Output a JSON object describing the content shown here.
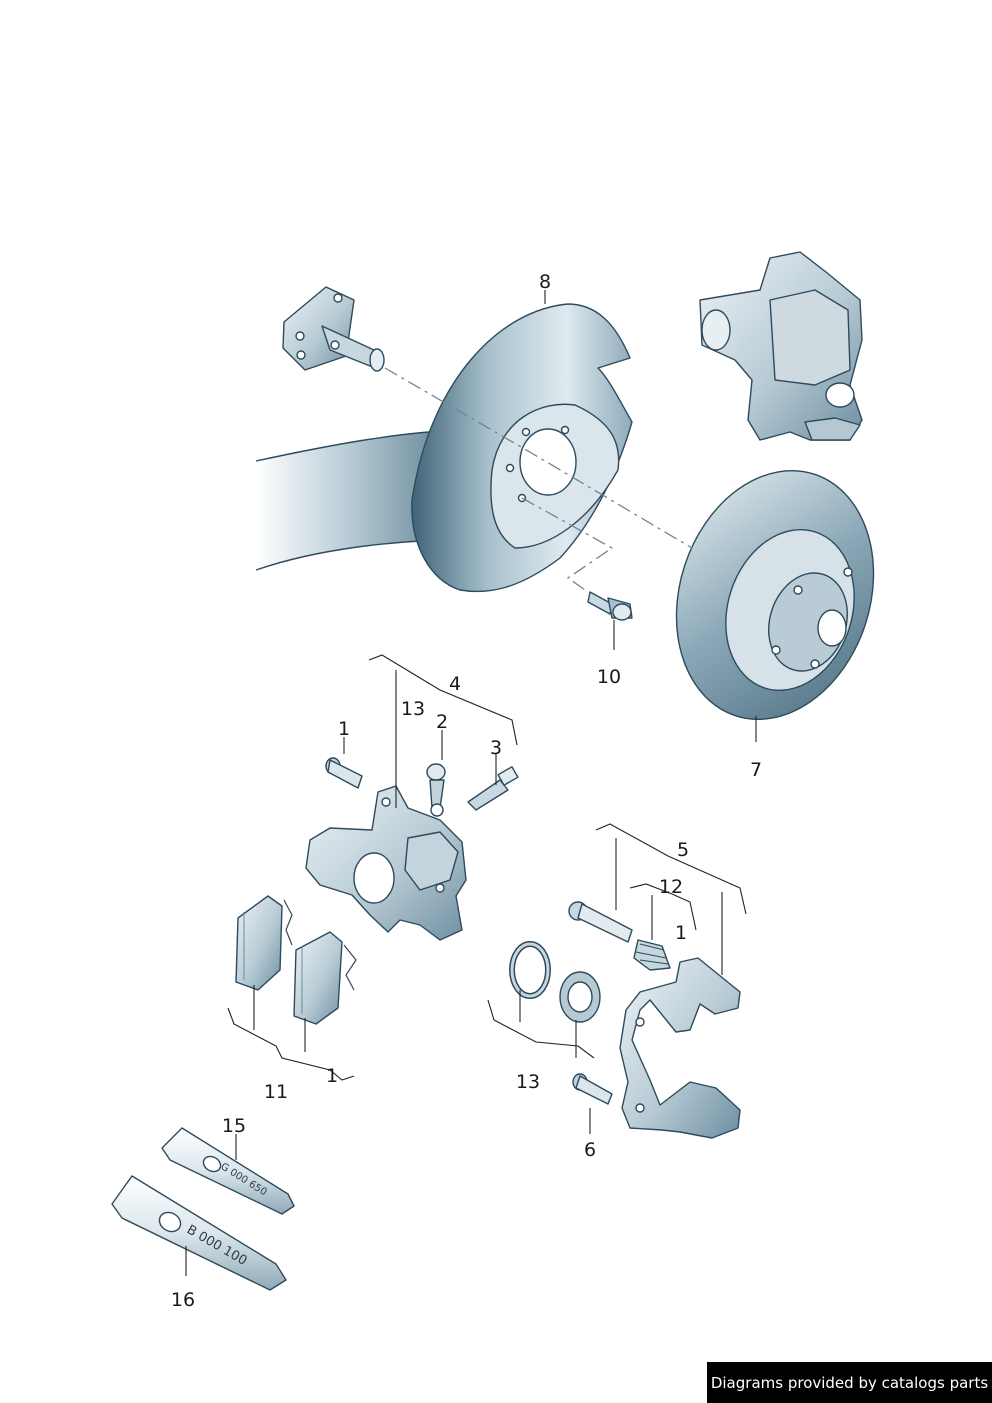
{
  "callouts": {
    "c1a": "1",
    "c1b": "1",
    "c1c": "1",
    "c2": "2",
    "c3": "3",
    "c4": "4",
    "c5": "5",
    "c6": "6",
    "c7": "7",
    "c8": "8",
    "c10": "10",
    "c11": "11",
    "c12": "12",
    "c13a": "13",
    "c13b": "13",
    "c15": "15",
    "c16": "16"
  },
  "tubes": {
    "tube15_code": "G 000 650",
    "tube16_code": "B  000  100"
  },
  "credit": "Diagrams provided by catalogs parts",
  "colors": {
    "part_light": "#e4edf1",
    "part_mid": "#9fb8c6",
    "part_dark": "#4e6f82",
    "outline": "#2e4a5c",
    "leader": "#222222"
  }
}
